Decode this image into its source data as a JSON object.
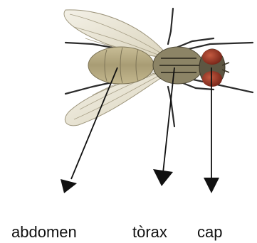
{
  "labels": {
    "abdomen": "abdomen",
    "thorax": "tòrax",
    "head": "cap"
  },
  "colors": {
    "arrow": "#111111",
    "wing": "#e6e1cf",
    "body": "#8c8466",
    "eye": "#8e2f22",
    "leg": "#2b2b2b"
  },
  "illustration": {
    "subject": "housefly",
    "view": "dorsal"
  }
}
